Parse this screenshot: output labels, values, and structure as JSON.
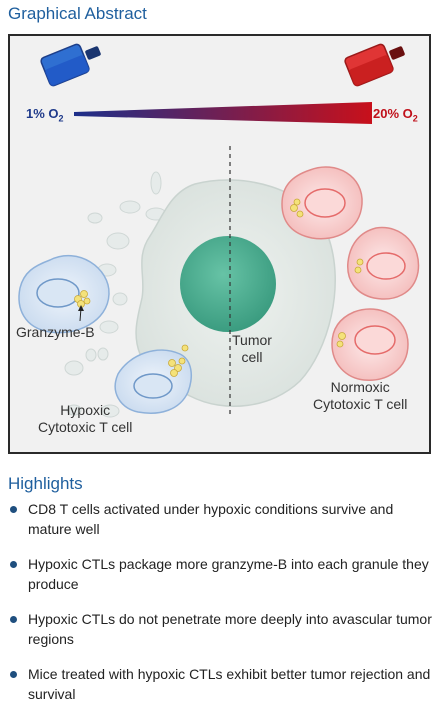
{
  "graphical_abstract": {
    "title": "Graphical Abstract",
    "oxygen_low": "1% O",
    "oxygen_high": "20% O",
    "oxygen_subscript": "2",
    "labels": {
      "granzyme": "Granzyme-B",
      "tumor_line1": "Tumor",
      "tumor_line2": "cell",
      "hypoxic_line1": "Hypoxic",
      "hypoxic_line2": "Cytotoxic T cell",
      "normoxic_line1": "Normoxic",
      "normoxic_line2": "Cytotoxic T cell"
    },
    "colors": {
      "hypoxic_blue": "#1f3a8a",
      "normoxic_red": "#c0101a",
      "tumor_fill": "#dfe6e2",
      "nucleus": "#4cab92"
    }
  },
  "highlights": {
    "title": "Highlights",
    "items": [
      "CD8 T cells activated under hypoxic conditions survive and mature well",
      "Hypoxic CTLs package more granzyme-B into each granule they produce",
      "Hypoxic CTLs do not penetrate more deeply into avascular tumor regions",
      "Mice treated with hypoxic CTLs exhibit better tumor rejection and survival"
    ]
  }
}
